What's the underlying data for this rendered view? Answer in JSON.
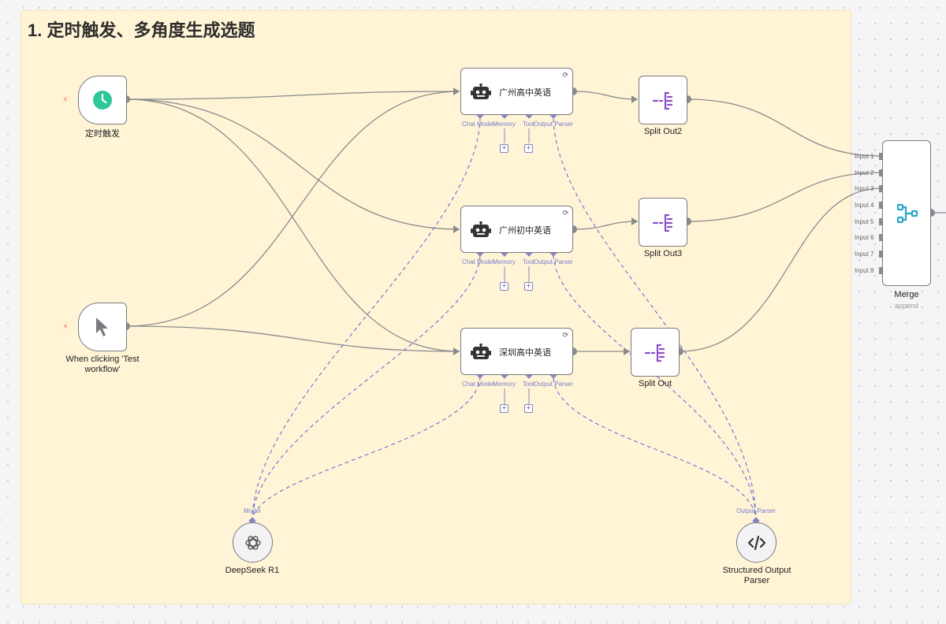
{
  "sticky": {
    "title": "1. 定时触发、多角度生成选题"
  },
  "nodes": {
    "schedule": {
      "label": "定时触发"
    },
    "manual": {
      "label_line1": "When clicking 'Test",
      "label_line2": "workflow'"
    },
    "agent1": {
      "title": "广州高中英语"
    },
    "agent2": {
      "title": "广州初中英语"
    },
    "agent3": {
      "title": "深圳高中英语"
    },
    "split2": {
      "label": "Split Out2"
    },
    "split3": {
      "label": "Split Out3"
    },
    "split1": {
      "label": "Split Out"
    },
    "merge": {
      "label": "Merge",
      "sublabel": "append",
      "inputs": [
        "Input 1",
        "Input 2",
        "Input 3",
        "Input 4",
        "Input 5",
        "Input 6",
        "Input 7",
        "Input 8"
      ]
    },
    "deepseek": {
      "label": "DeepSeek R1",
      "port": "Model"
    },
    "parser": {
      "label_line1": "Structured Output",
      "label_line2": "Parser",
      "port": "Output Parser"
    }
  },
  "agent_ports": {
    "chat_model": "Chat Model",
    "memory": "Memory",
    "tool": "Tool",
    "output_parser": "Output Parser"
  },
  "plus_symbol": "+",
  "refresh_symbol": "⟳",
  "colors": {
    "accent_purple": "#8e4fc4",
    "merge_teal": "#2aa6c8",
    "clock_green": "#2ec79a",
    "port_blue": "#7b7bcf",
    "bolt": "#ff6d5a"
  }
}
